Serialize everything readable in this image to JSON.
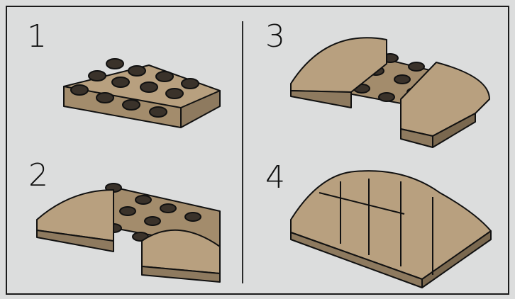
{
  "steps": [
    {
      "number": "1",
      "description_shown": ""
    },
    {
      "number": "2"
    },
    {
      "number": "3"
    },
    {
      "number": "4"
    }
  ],
  "colors": {
    "background": "#dcdddd",
    "border": "#1b1b1b",
    "brick_tan": "#b8a07f",
    "brick_shadow": "#8e7a5f",
    "outline": "#111111"
  },
  "icons": [
    "plate-2x4-icon",
    "slope-brick-icon",
    "assembly-step-icon"
  ]
}
